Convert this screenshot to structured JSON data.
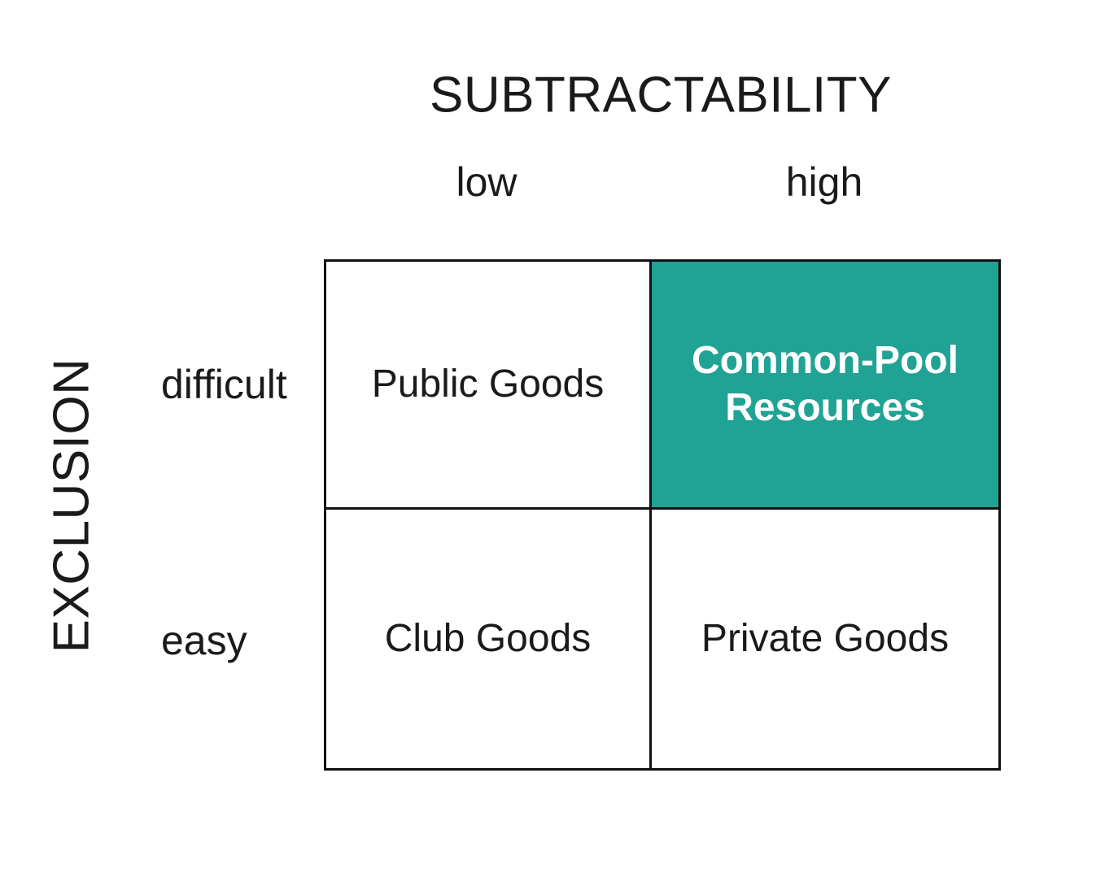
{
  "axes": {
    "top_title": "SUBTRACTABILITY",
    "left_title": "EXCLUSION",
    "columns": [
      "low",
      "high"
    ],
    "rows": [
      "difficult",
      "easy"
    ]
  },
  "cells": {
    "difficult_low": "Public Goods",
    "difficult_high": {
      "line1": "Common-Pool",
      "line2": "Resources"
    },
    "easy_low": "Club Goods",
    "easy_high": "Private Goods"
  },
  "colors": {
    "highlight_fill": "#20a395",
    "highlight_text": "#ffffff",
    "border": "#111111",
    "text": "#1a1a1a"
  }
}
